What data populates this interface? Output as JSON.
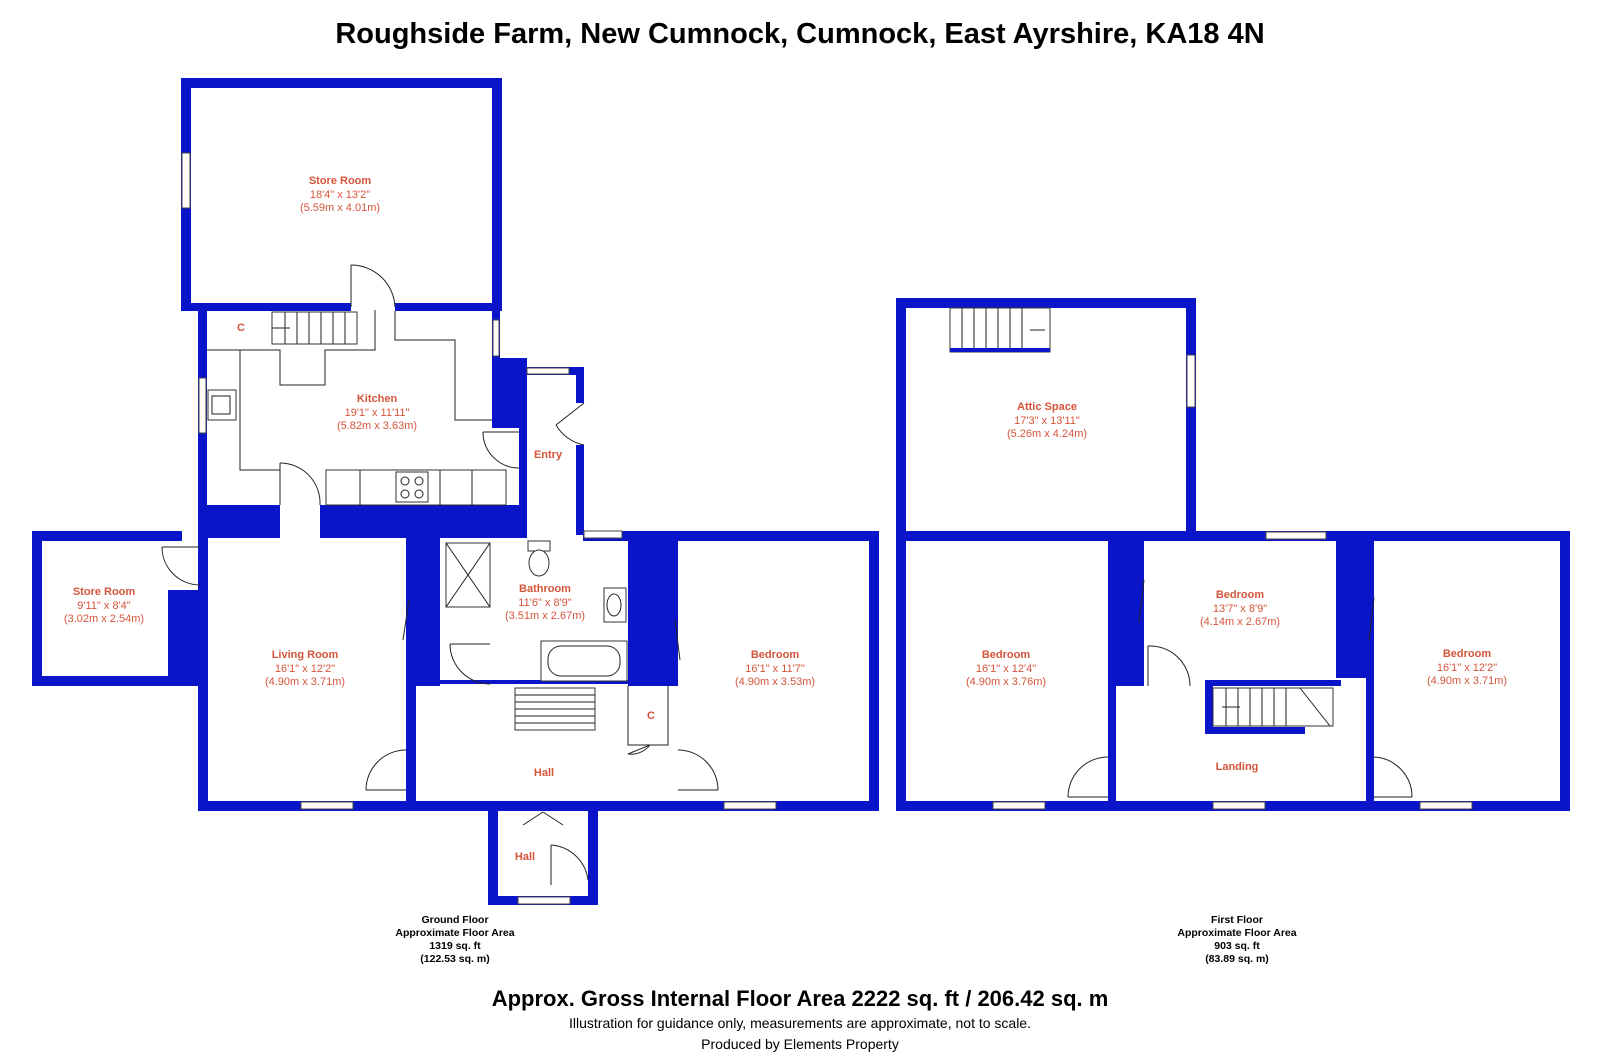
{
  "title": "Roughside Farm, New Cumnock, Cumnock, East Ayrshire, KA18 4N",
  "colors": {
    "wall": "#0a14c8",
    "room_text": "#d4553a",
    "text": "#000000"
  },
  "rooms": {
    "store_room_top": {
      "name": "Store Room",
      "imperial": "18'4\" x 13'2\"",
      "metric": "(5.59m x 4.01m)"
    },
    "kitchen": {
      "name": "Kitchen",
      "imperial": "19'1\" x 11'11\"",
      "metric": "(5.82m x 3.63m)"
    },
    "cupboard_kitchen": {
      "name": "C"
    },
    "entry": {
      "name": "Entry"
    },
    "store_room_left": {
      "name": "Store Room",
      "imperial": "9'11\" x 8'4\"",
      "metric": "(3.02m x 2.54m)"
    },
    "living_room": {
      "name": "Living Room",
      "imperial": "16'1\" x 12'2\"",
      "metric": "(4.90m x 3.71m)"
    },
    "bathroom": {
      "name": "Bathroom",
      "imperial": "11'6\" x 8'9\"",
      "metric": "(3.51m x 2.67m)"
    },
    "bedroom_ground": {
      "name": "Bedroom",
      "imperial": "16'1\" x 11'7\"",
      "metric": "(4.90m x 3.53m)"
    },
    "cupboard_hall": {
      "name": "C"
    },
    "hall_main": {
      "name": "Hall"
    },
    "hall_porch": {
      "name": "Hall"
    },
    "attic_space": {
      "name": "Attic Space",
      "imperial": "17'3\" x 13'11\"",
      "metric": "(5.26m x 4.24m)"
    },
    "bedroom_first_left": {
      "name": "Bedroom",
      "imperial": "16'1\" x 12'4\"",
      "metric": "(4.90m x 3.76m)"
    },
    "bedroom_first_middle": {
      "name": "Bedroom",
      "imperial": "13'7\" x 8'9\"",
      "metric": "(4.14m x 2.67m)"
    },
    "bedroom_first_right": {
      "name": "Bedroom",
      "imperial": "16'1\" x 12'2\"",
      "metric": "(4.90m x 3.71m)"
    },
    "landing": {
      "name": "Landing"
    }
  },
  "ground_floor": {
    "name": "Ground Floor",
    "area_label": "Approximate Floor Area",
    "sqft": "1319 sq. ft",
    "sqm": "(122.53 sq. m)"
  },
  "first_floor": {
    "name": "First Floor",
    "area_label": "Approximate Floor Area",
    "sqft": "903 sq. ft",
    "sqm": "(83.89 sq. m)"
  },
  "gross_area": "Approx. Gross Internal Floor Area 2222 sq. ft / 206.42 sq. m",
  "disclaimer": "Illustration for guidance only, measurements are approximate, not to scale.",
  "producer": "Produced by Elements Property"
}
